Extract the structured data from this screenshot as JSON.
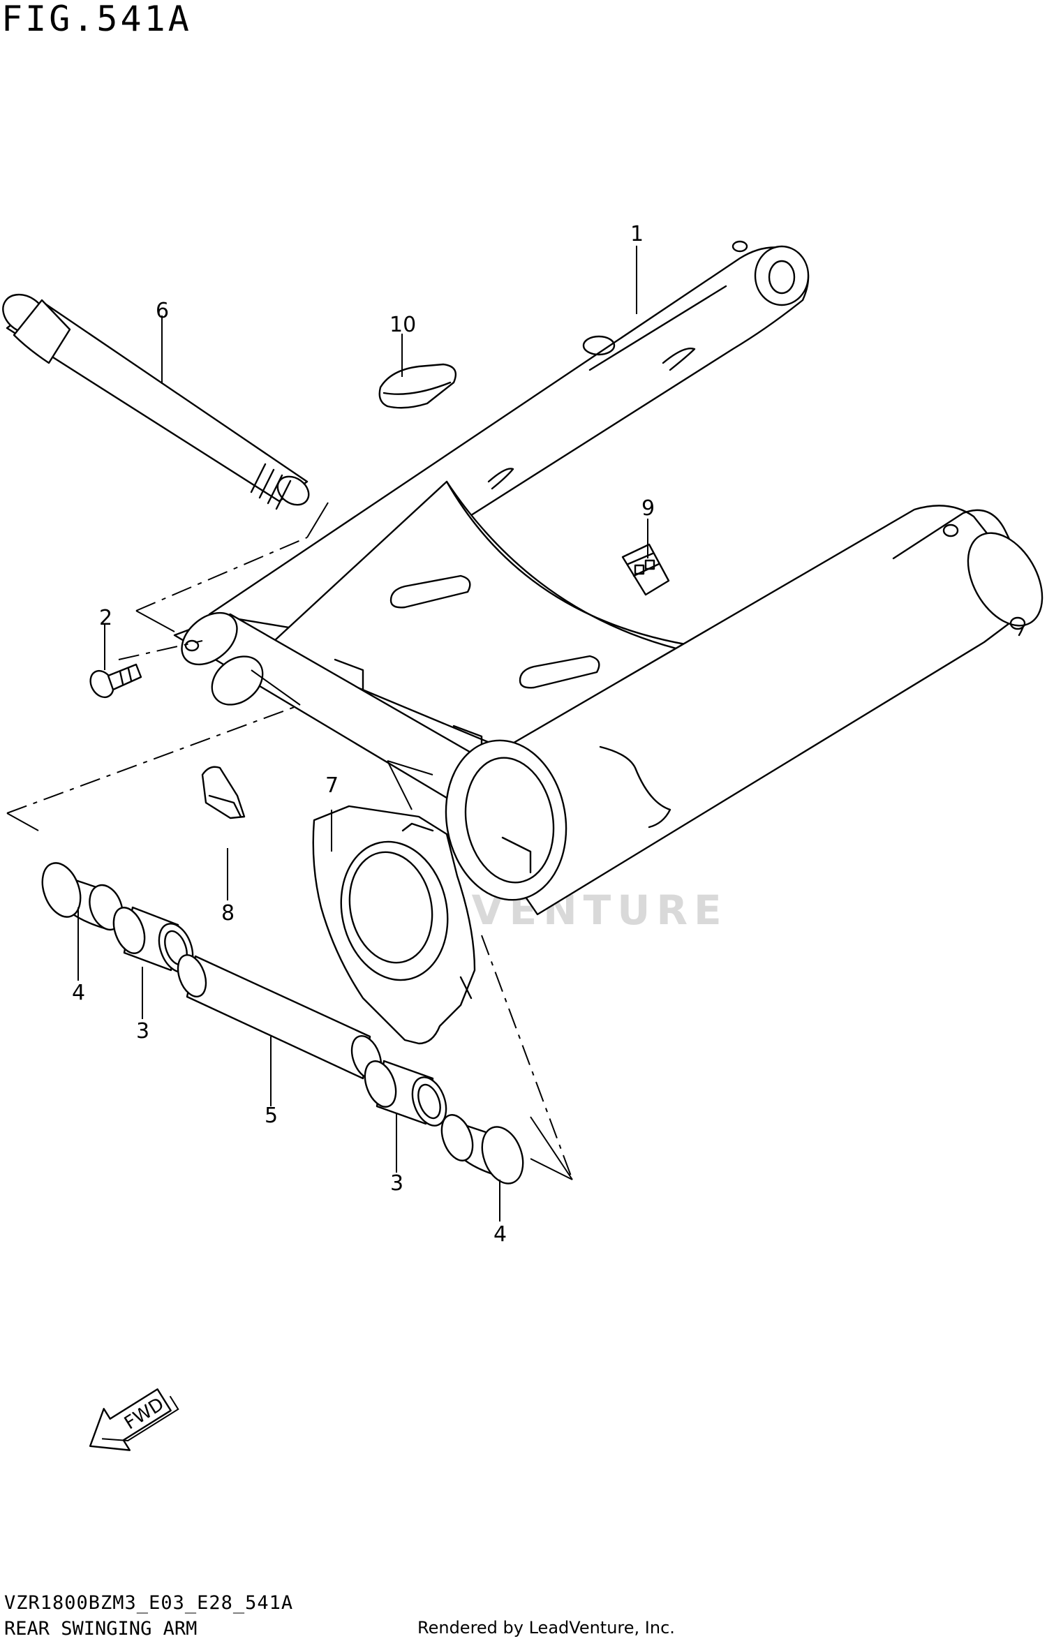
{
  "figure": {
    "title": "FIG.541A",
    "model_code": "VZR1800BZM3_E03_E28_541A",
    "caption": "REAR SWINGING ARM",
    "rendered_by": "Rendered by LeadVenture, Inc.",
    "watermark": "LEADVENTURE",
    "fwd_label": "FWD"
  },
  "callouts": [
    "1",
    "2",
    "3",
    "3",
    "4",
    "4",
    "5",
    "6",
    "7",
    "8",
    "9",
    "10"
  ]
}
